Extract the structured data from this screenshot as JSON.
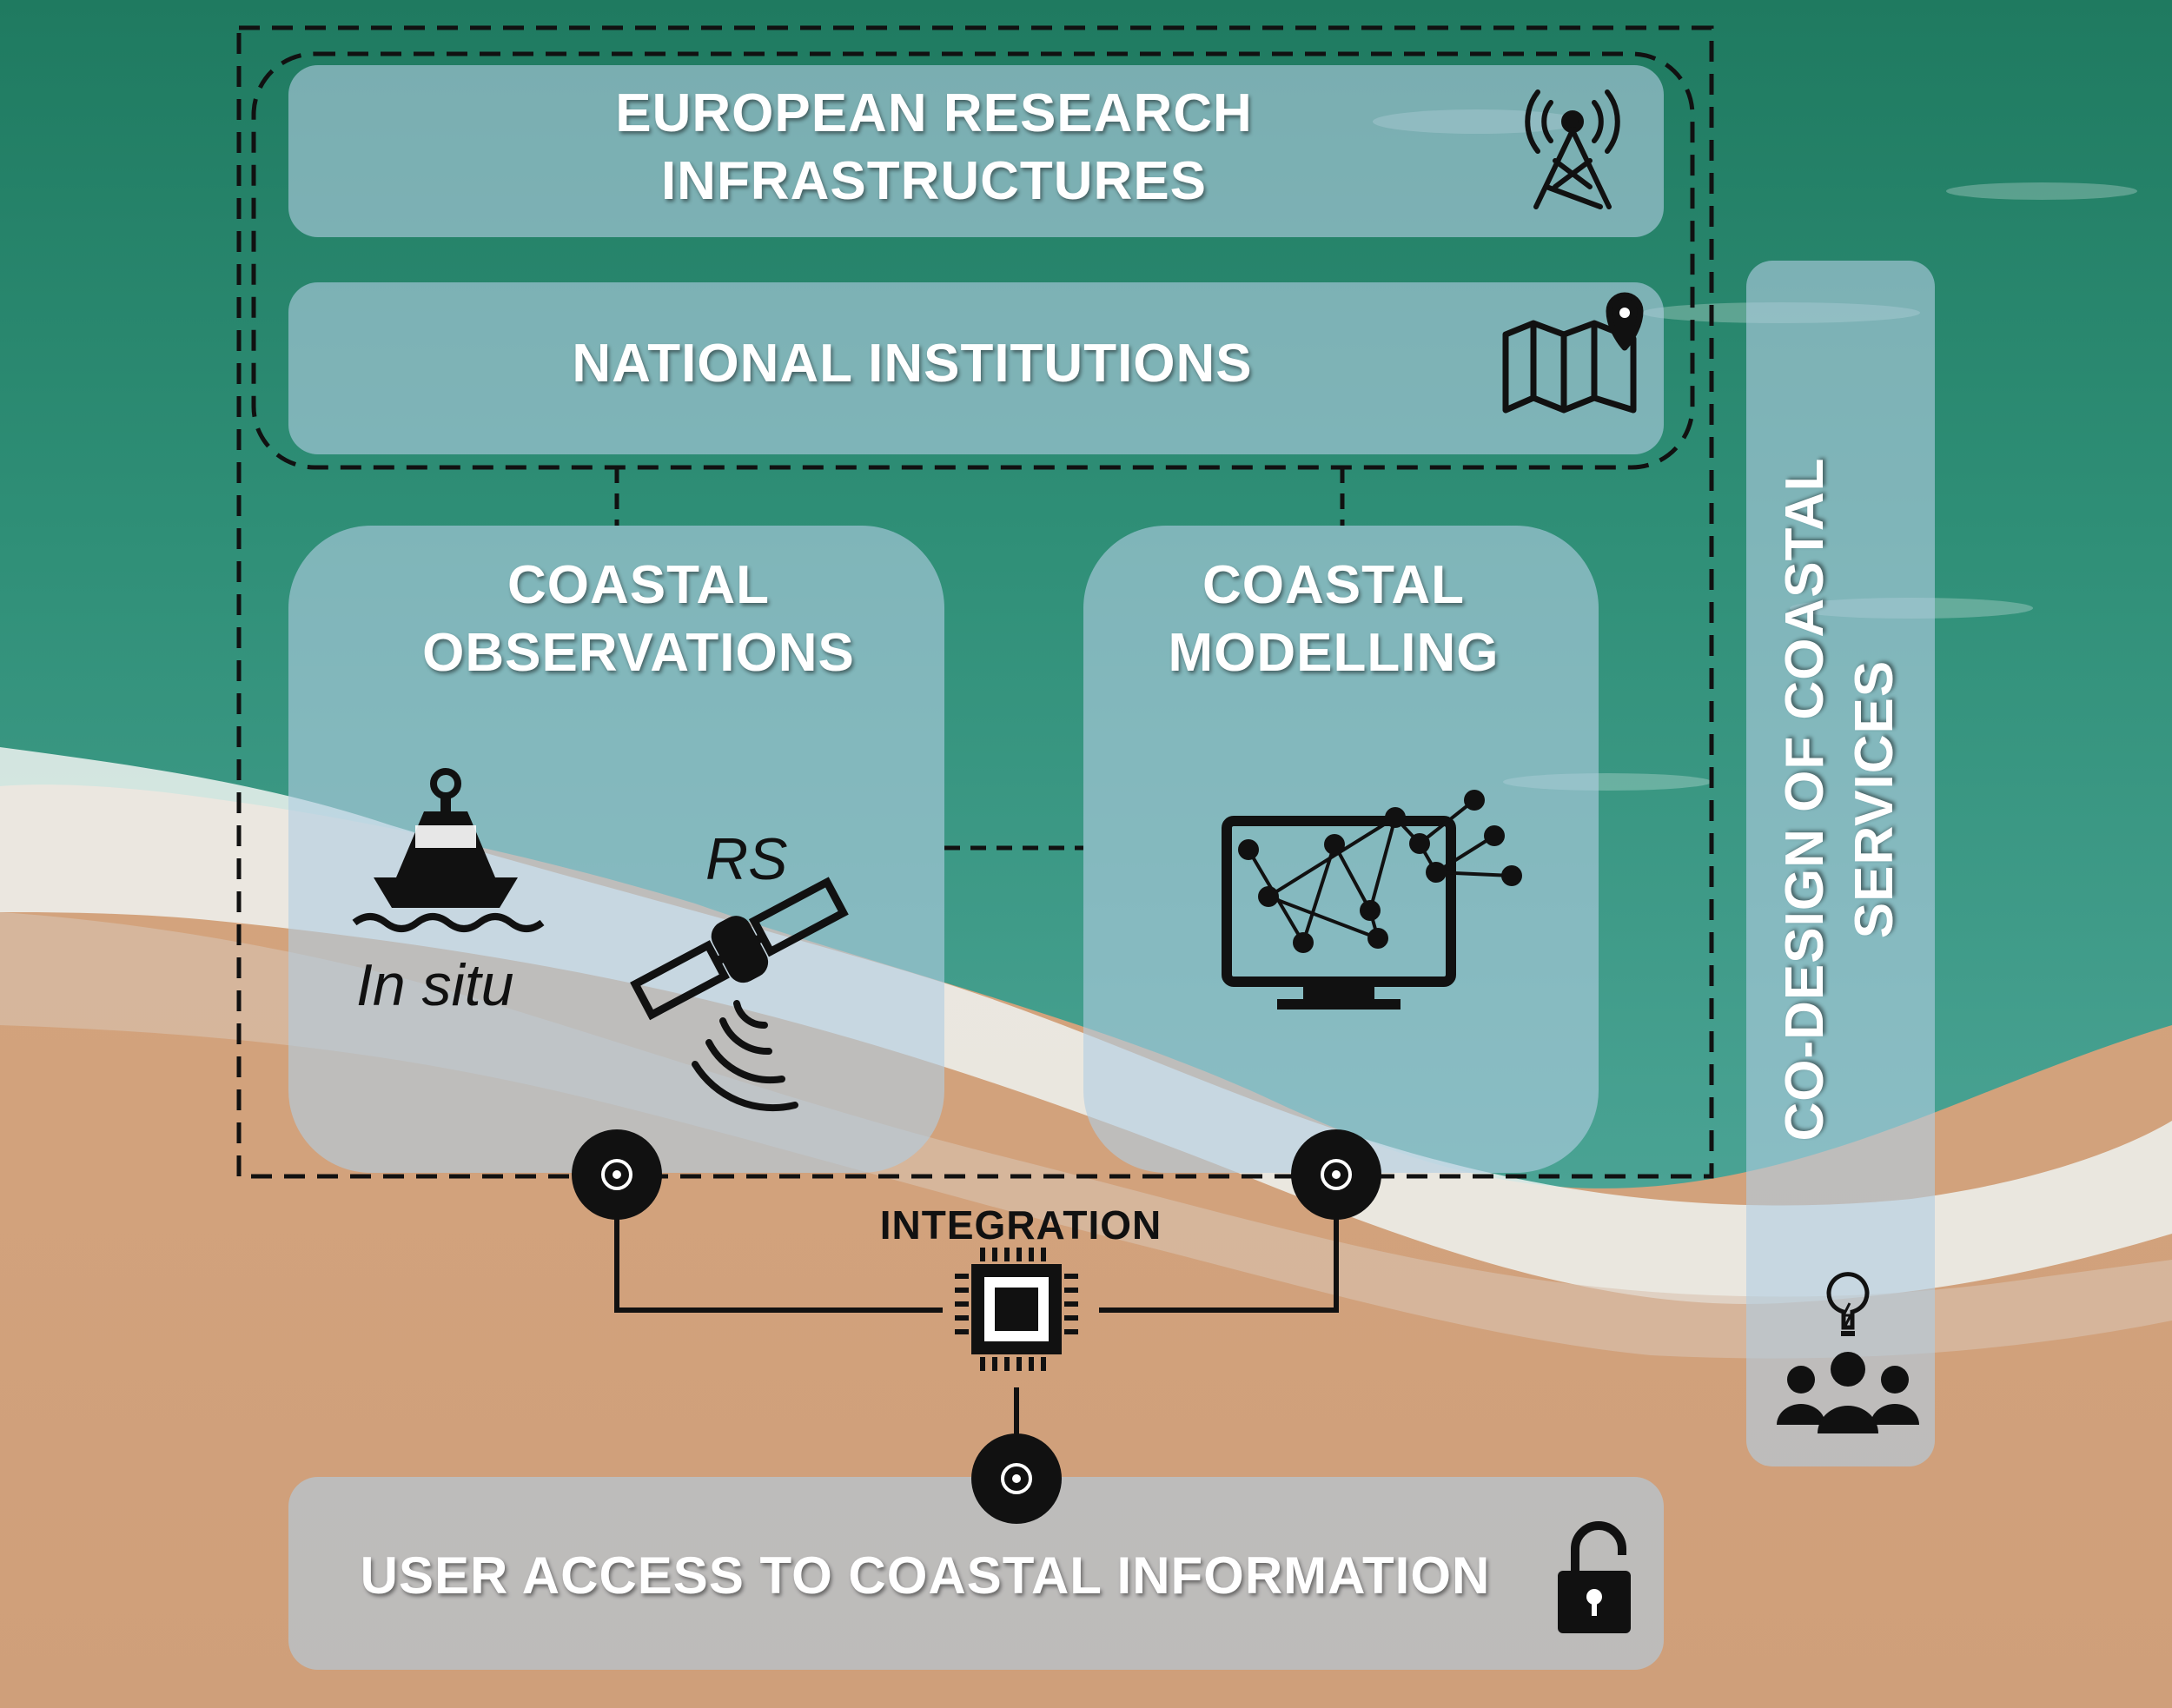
{
  "diagram": {
    "european_research": "EUROPEAN RESEARCH\nINFRASTRUCTURES",
    "national_institutions": "NATIONAL INSTITUTIONS",
    "coastal_observations": "COASTAL\nOBSERVATIONS",
    "coastal_modelling": "COASTAL\nMODELLING",
    "in_situ": "In situ",
    "rs": "RS",
    "integration": "INTEGRATION",
    "user_access": "USER ACCESS TO COASTAL INFORMATION",
    "co_design": "CO-DESIGN OF COASTAL\nSERVICES"
  },
  "icons": {
    "eri": "radio-tower-icon",
    "ni": "map-pin-icon",
    "buoy": "buoy-icon",
    "satellite": "satellite-icon",
    "model": "network-monitor-icon",
    "chip": "processor-chip-icon",
    "lock": "unlock-icon",
    "team": "team-idea-icon"
  },
  "colors": {
    "panel": "#b2cde2",
    "ocean": "#2e8c72",
    "sand": "#d4a67f",
    "line": "#111111",
    "text_light": "#ffffff"
  }
}
